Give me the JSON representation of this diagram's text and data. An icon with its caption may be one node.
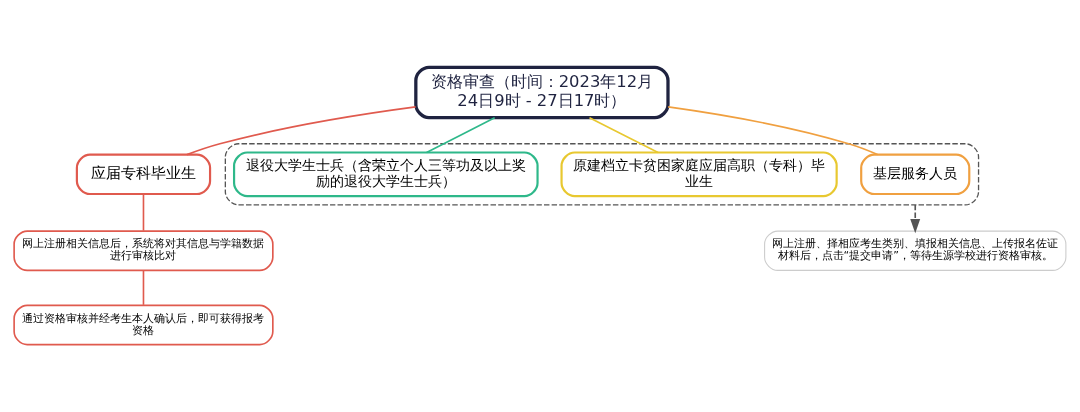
{
  "diagram": {
    "nodes": [
      {
        "text": [
          "资格审查（时间：2023年12月24日9时 - 27日17时）"
        ]
      },
      {
        "text": [
          "应届专科毕业生"
        ]
      },
      {
        "text": [
          "网上注册相关信息后，系统将对其信息与学籍数据进行审核比对"
        ]
      },
      {
        "text": [
          "通过资格审核并经考生本人确认后，即可获得报考资格"
        ]
      },
      {
        "text": [],
        "shape": "box"
      },
      {
        "text": [
          "基层服务人员"
        ],
        "in": 4
      },
      {
        "text": [
          "原建档立卡贫困家庭应届高职（专科）毕业生"
        ],
        "in": 4
      },
      {
        "text": [
          "退役大学生士兵（含荣立个人三等功及以上奖励的退役大学生士兵）"
        ],
        "in": 4
      },
      {
        "text": [
          "网上注册、择相应考生类别、填报相关信息、上传报名佐证材料后，点击“提交申请”，等待生源学校进行资格审核。"
        ]
      }
    ],
    "edges": [
      {
        "from": 0,
        "to": 1,
        "arrow": "none",
        "color": "#e05a4e"
      },
      {
        "from": 1,
        "to": 2,
        "arrow": "none",
        "color": "#e05a4e"
      },
      {
        "from": 2,
        "to": 3,
        "arrow": "none",
        "color": "#e05a4e"
      },
      {
        "from": 0,
        "to": 5,
        "arrow": "none",
        "color": "#f0a040"
      },
      {
        "from": 0,
        "to": 6,
        "arrow": "none",
        "color": "#e8c830"
      },
      {
        "from": 0,
        "to": 7,
        "arrow": "none",
        "color": "#2eb88a"
      },
      {
        "from": 4,
        "to": 8,
        "arrow": "to",
        "style": "dashed",
        "color": "#555555"
      }
    ]
  }
}
